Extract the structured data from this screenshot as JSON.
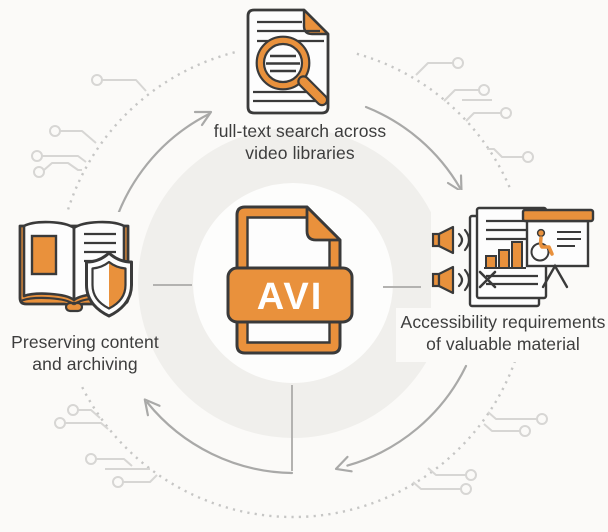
{
  "diagram": {
    "center": {
      "file_type": "AVI",
      "icon": "avi-file-icon"
    },
    "nodes": {
      "search": {
        "label": "full-text search across\nvideo libraries",
        "icon": "document-search-icon",
        "position": "top"
      },
      "preserving": {
        "label": "Preserving content\nand archiving",
        "icon": "book-shield-icon",
        "position": "left"
      },
      "accessibility": {
        "label": "Accessibility requirements\nof valuable material",
        "icon": "accessibility-presentation-icon",
        "position": "right"
      }
    },
    "flow": {
      "direction": "clockwise",
      "arrow_count": 4
    },
    "colors": {
      "accent_orange": "#E9913C",
      "outline_dark": "#3A3A3A",
      "arrow_gray": "#A9A9A8",
      "dotted_gray": "#C6C6C5",
      "circuit_gray": "#D7D6D4",
      "ring_gray": "#F0EFEC",
      "background": "#FBFAF8",
      "text": "#3D3D3D"
    }
  }
}
